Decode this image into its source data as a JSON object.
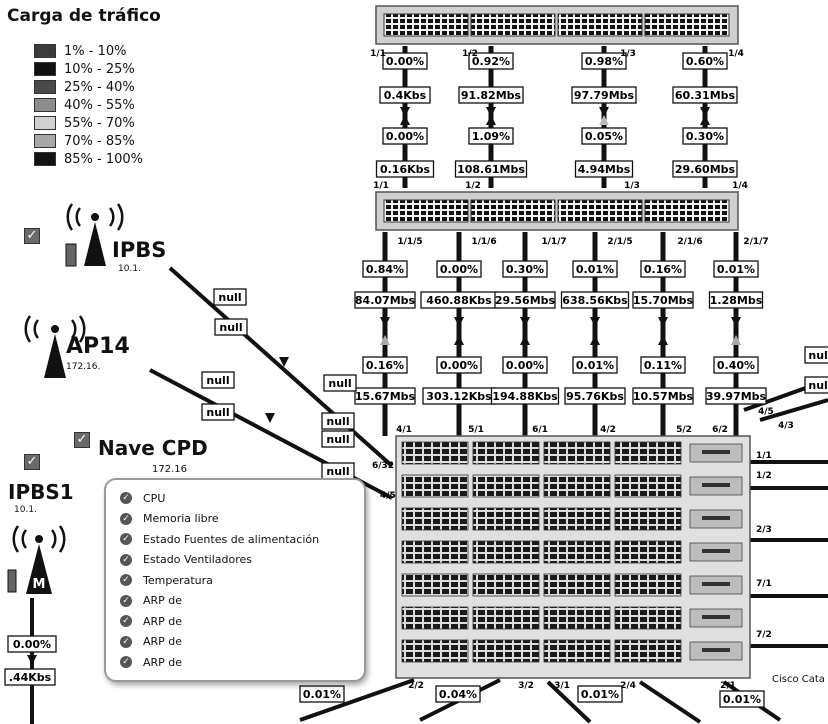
{
  "legend": {
    "title": "Carga de tráfico",
    "items": [
      {
        "label": "1% - 10%",
        "color": "#3c3c3c"
      },
      {
        "label": "10% - 25%",
        "color": "#111111"
      },
      {
        "label": "25% - 40%",
        "color": "#4a4a4a"
      },
      {
        "label": "40% - 55%",
        "color": "#8c8c8c"
      },
      {
        "label": "55% - 70%",
        "color": "#d0d0d0"
      },
      {
        "label": "70% - 85%",
        "color": "#a8a8a8"
      },
      {
        "label": "85% - 100%",
        "color": "#141414"
      }
    ]
  },
  "devices": {
    "ipbs": {
      "name": "IPBS",
      "ip": "10.1."
    },
    "ap14": {
      "name": "AP14",
      "ip": "172.16."
    },
    "nave": {
      "name": "Nave CPD",
      "ip": "172.16"
    },
    "ipbs1": {
      "name": "IPBS1",
      "ip": "10.1."
    },
    "cisco": {
      "name": "Cisco Cata"
    }
  },
  "top_switch": {
    "ports_top": [
      "1/1",
      "1/2",
      "1/3",
      "1/4"
    ],
    "util_a": [
      "0.00%",
      "0.92%",
      "0.98%",
      "0.60%"
    ],
    "rate_a": [
      "0.4Kbs",
      "91.82Mbs",
      "97.79Mbs",
      "60.31Mbs"
    ],
    "util_b": [
      "0.00%",
      "1.09%",
      "0.05%",
      "0.30%"
    ],
    "rate_b": [
      "0.16Kbs",
      "108.61Mbs",
      "4.94Mbs",
      "29.60Mbs"
    ],
    "ports_bottom": [
      "1/1",
      "1/2",
      "1/3",
      "1/4"
    ]
  },
  "mid_switch": {
    "ports": [
      "1/1/5",
      "1/1/6",
      "1/1/7",
      "2/1/5",
      "2/1/6",
      "2/1/7"
    ],
    "util_a": [
      "0.84%",
      "0.00%",
      "0.30%",
      "0.01%",
      "0.16%",
      "0.01%"
    ],
    "rate_a": [
      "84.07Mbs",
      "460.88Kbs",
      "29.56Mbs",
      "638.56Kbs",
      "15.70Mbs",
      "1.28Mbs"
    ],
    "util_b": [
      "0.16%",
      "0.00%",
      "0.00%",
      "0.01%",
      "0.11%",
      "0.40%"
    ],
    "rate_b": [
      "15.67Mbs",
      "303.12Kbs",
      "194.88Kbs",
      "95.76Kbs",
      "10.57Mbs",
      "39.97Mbs"
    ]
  },
  "core_switch": {
    "ports_top": [
      "4/1",
      "5/1",
      "6/1",
      "4/2",
      "5/2",
      "6/2"
    ],
    "ports_left": [
      "6/32",
      "4/5"
    ],
    "ports_right": [
      "1/1",
      "1/2",
      "2/3",
      "7/1",
      "7/2"
    ],
    "ports_right_top": [
      "4/5",
      "4/3"
    ],
    "ports_bottom": [
      "2/2",
      "3/2",
      "3/1",
      "2/4",
      "2/1"
    ]
  },
  "null_labels": [
    "null",
    "null",
    "null",
    "null",
    "null",
    "null",
    "null",
    "null",
    "null",
    "null"
  ],
  "right_nulls": [
    "null",
    "null"
  ],
  "bottom_util": [
    "0.01%",
    "0.04%",
    "0.01%",
    "0.01%"
  ],
  "ipbs1_link": {
    "util": "0.00%",
    "rate": ".44Kbs"
  },
  "panel": {
    "items": [
      "CPU",
      "Memoria libre",
      "Estado Fuentes de alimentación",
      "Estado Ventiladores",
      "Temperatura",
      "ARP de",
      "ARP de",
      "ARP de",
      "ARP de"
    ]
  }
}
